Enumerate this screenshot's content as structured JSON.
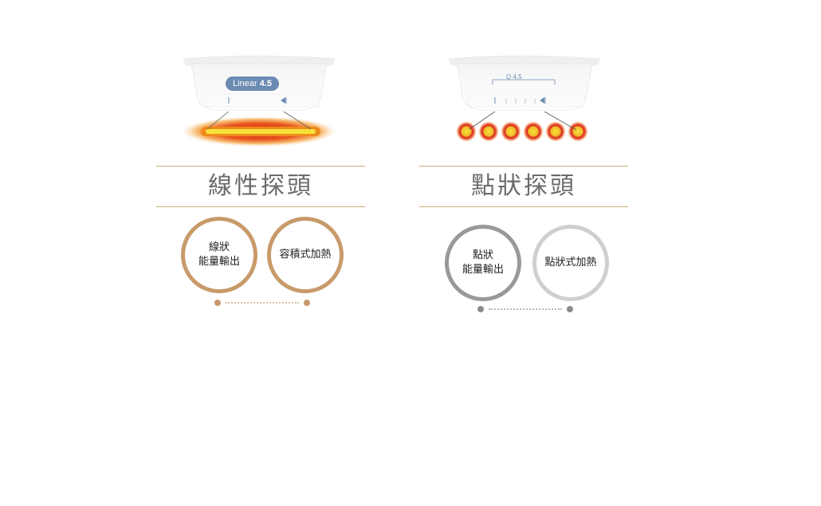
{
  "linear_probe": {
    "badge_prefix": "Linear",
    "badge_number": "4.5",
    "title": "線性探頭",
    "circles": [
      {
        "line1": "線狀",
        "line2": "能量輸出"
      },
      {
        "line1": "容積式加熱",
        "line2": ""
      }
    ]
  },
  "point_probe": {
    "badge": "Q 4.5",
    "title": "點狀探頭",
    "circles": [
      {
        "line1": "點狀",
        "line2": "能量輸出"
      },
      {
        "line1": "點狀式加熱",
        "line2": ""
      }
    ]
  },
  "colors": {
    "gold": "#c89a6a",
    "gold_rule": "#c8ab7f",
    "gray_dark": "#999999",
    "gray_light": "#cfcfcf",
    "badge_blue": "#6b8bb2",
    "heat_red": "#d9201b",
    "heat_orange": "#f08a1c",
    "heat_yellow": "#f7e23a"
  }
}
